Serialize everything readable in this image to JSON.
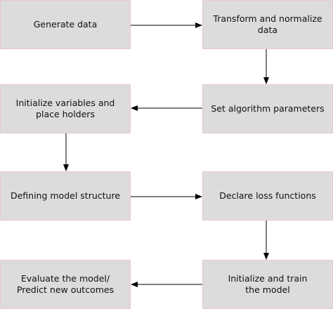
{
  "flowchart": {
    "steps": [
      {
        "id": "generate",
        "label": "Generate data"
      },
      {
        "id": "transform",
        "label": "Transform and normalize\ndata"
      },
      {
        "id": "set-params",
        "label": "Set algorithm parameters"
      },
      {
        "id": "init-vars",
        "label": "Initialize variables and\nplace holders"
      },
      {
        "id": "define-model",
        "label": "Defining model structure"
      },
      {
        "id": "loss",
        "label": "Declare loss functions"
      },
      {
        "id": "train",
        "label": "Initialize and train\nthe model"
      },
      {
        "id": "evaluate",
        "label": "Evaluate the model/\nPredict new outcomes"
      }
    ],
    "edges": [
      {
        "from": "generate",
        "to": "transform"
      },
      {
        "from": "transform",
        "to": "set-params"
      },
      {
        "from": "set-params",
        "to": "init-vars"
      },
      {
        "from": "init-vars",
        "to": "define-model"
      },
      {
        "from": "define-model",
        "to": "loss"
      },
      {
        "from": "loss",
        "to": "train"
      },
      {
        "from": "train",
        "to": "evaluate"
      }
    ],
    "colors": {
      "box_fill": "#dcdcdc",
      "box_border": "#e8c8cc",
      "arrow": "#000000",
      "text": "#111111"
    }
  }
}
